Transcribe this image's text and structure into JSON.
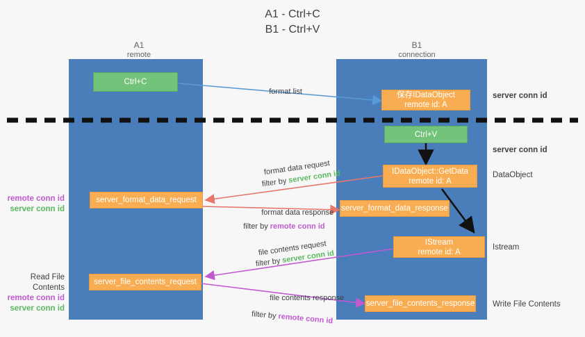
{
  "title": {
    "line1": "A1 - Ctrl+C",
    "line2": "B1 - Ctrl+V"
  },
  "colors": {
    "lane": "#4a7ebb",
    "green_box": "#74c37a",
    "orange_box": "#f9ad52",
    "server_conn_text": "#5cb860",
    "remote_conn_text": "#c05ad0",
    "blue_arrow": "#5b9bd5",
    "red_arrow": "#e8766b",
    "magenta_arrow": "#c05ad0",
    "black_arrow": "#111111",
    "background": "#f7f7f7"
  },
  "lanes": [
    {
      "name": "A1",
      "sub": "remote"
    },
    {
      "name": "B1",
      "sub": "connection"
    }
  ],
  "boxes": {
    "ctrl_c": {
      "line1": "Ctrl+C",
      "line2": ""
    },
    "save_idataobject": {
      "line1": "保存IDataObject",
      "line2": "remote id: A"
    },
    "ctrl_v": {
      "line1": "Ctrl+V",
      "line2": ""
    },
    "getdata": {
      "line1": "IDataObject::GetData",
      "line2": "remote id: A"
    },
    "server_format_data_request": {
      "line1": "server_format_data_request",
      "line2": ""
    },
    "server_format_data_response": {
      "line1": "server_format_data_response",
      "line2": ""
    },
    "istream": {
      "line1": "IStream",
      "line2": "remote id: A"
    },
    "server_file_contents_request": {
      "line1": "server_file_contents_request",
      "line2": ""
    },
    "server_file_contents_response": {
      "line1": "server_file_contents_response",
      "line2": ""
    }
  },
  "captions": {
    "format_list": "format list",
    "format_data_request": "format data request",
    "format_data_request_filter_pre": "filter by ",
    "format_data_request_filter_key": "server conn id",
    "format_data_response": "format data response",
    "format_data_response_filter_pre": "filter by ",
    "format_data_response_filter_key": "remote conn id",
    "file_contents_request": "file contents request",
    "file_contents_request_filter_pre": "filter by ",
    "file_contents_request_filter_key": "server conn id",
    "file_contents_response": "file contents response",
    "file_contents_response_filter_pre": "filter by ",
    "file_contents_response_filter_key": "remote conn id"
  },
  "right_labels": {
    "server_conn_id_top": "server conn id",
    "server_conn_id_mid": "server conn id",
    "dataobject": "DataObject",
    "istream": "Istream",
    "write_file_contents": "Write File Contents"
  },
  "left_labels": {
    "format_remote": "remote conn id",
    "format_server": "server conn id",
    "read_file_contents": "Read File Contents",
    "file_remote": "remote conn id",
    "file_server": "server conn id"
  }
}
